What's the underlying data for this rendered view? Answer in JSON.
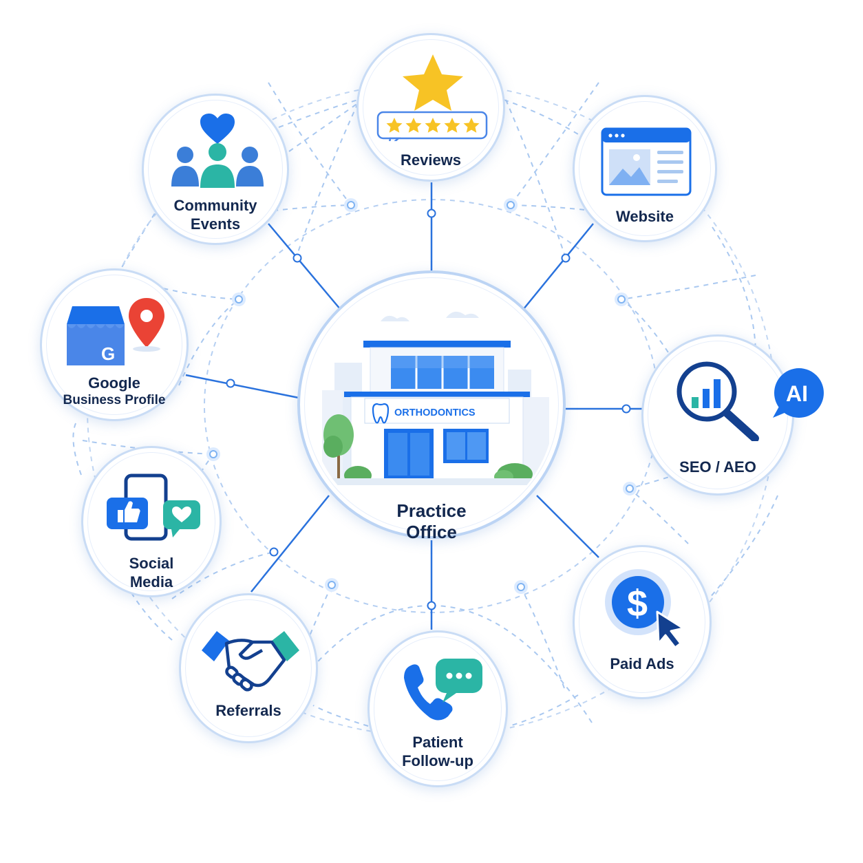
{
  "center": {
    "sign_text": "ORTHODONTICS",
    "label_line1": "Practice",
    "label_line2": "Office"
  },
  "nodes": {
    "reviews": {
      "label_line1": "Reviews"
    },
    "website": {
      "label_line1": "Website"
    },
    "community_events": {
      "label_line1": "Community",
      "label_line2": "Events"
    },
    "google_business_profile": {
      "label_line1": "Google",
      "label_line2": "Business Profile",
      "badge_letter": "G"
    },
    "seo_aeo": {
      "label_line1": "SEO / AEO",
      "badge_text": "AI"
    },
    "social_media": {
      "label_line1": "Social",
      "label_line2": "Media"
    },
    "paid_ads": {
      "label_line1": "Paid Ads",
      "symbol": "$"
    },
    "referrals": {
      "label_line1": "Referrals"
    },
    "patient_followup": {
      "label_line1": "Patient",
      "label_line2": "Follow-up"
    }
  },
  "colors": {
    "accent_blue": "#1a6fe8",
    "navy_text": "#13284f",
    "teal": "#2bb5a5",
    "star_yellow": "#f7c325",
    "pin_red": "#ea4335",
    "line_blue": "#8fb7ee"
  },
  "icons": {
    "reviews": "star-rating-icon",
    "website": "browser-window-icon",
    "community_events": "people-heart-icon",
    "google_business_profile": "storefront-pin-icon",
    "seo_aeo": "magnifier-chart-icon",
    "social_media": "phone-like-icon",
    "paid_ads": "dollar-cursor-icon",
    "referrals": "handshake-icon",
    "patient_followup": "phone-chat-icon"
  }
}
